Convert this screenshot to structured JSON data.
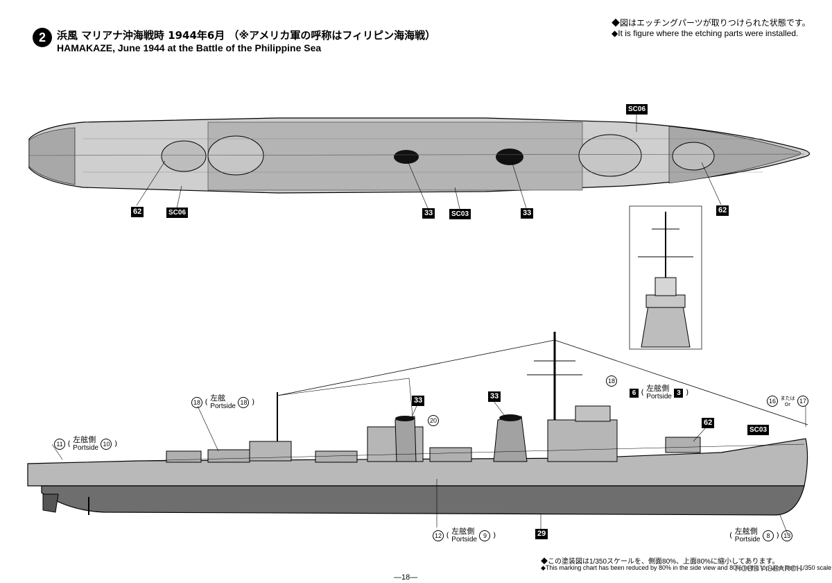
{
  "header": {
    "step_number": "2",
    "title_jp": "浜風 マリアナ沖海戦時 1944年6月 （※アメリカ軍の呼称はフィリピン海海戦）",
    "title_en": "HAMAKAZE, June 1944 at the Battle of the Philippine Sea"
  },
  "notes": {
    "jp": "◆図はエッチングパーツが取りつけられた状態です。",
    "en": "◆It is figure where the etching parts were installed."
  },
  "top_view": {
    "labels": {
      "sc06_top": "SC06",
      "sc06_bottom": "SC06",
      "sc03": "SC03",
      "part62_left": "62",
      "part62_right": "62",
      "part33_left": "33",
      "part33_right": "33"
    }
  },
  "side_view": {
    "labels": {
      "part33_a": "33",
      "part33_b": "33",
      "part62": "62",
      "sc03": "SC03",
      "part29": "29"
    },
    "callouts": {
      "c18_left_num": "18",
      "c18_left_label": "左舷",
      "c18_left_side": "Portside",
      "c18_left_num2": "18",
      "c11_num": "11",
      "c11_label": "左舷側",
      "c11_side": "Portside",
      "c11_num2": "10",
      "c18_right_num": "18",
      "c20_num": "20",
      "c6_num": "6",
      "c6_label": "左舷側",
      "c6_side": "Portside",
      "c6_num2": "3",
      "c16_num": "16",
      "c16_or_jp": "または",
      "c16_or_en": "Or",
      "c17_num": "17",
      "c12_num": "12",
      "c12_label": "左舷側",
      "c12_side": "Portside",
      "c12_num2": "9",
      "c8_label": "左舷側",
      "c8_side": "Portside",
      "c8_num": "8",
      "c13_num": "13"
    }
  },
  "footer": {
    "jp": "◆この塗装図は1/350スケールを、側面80%、上面80%に縮小してあります。",
    "en": "◆This marking chart has been reduced by 80% in the side view and 80% in the top view from 1/350 scale.",
    "page": "―18―",
    "watermark": "HOBBY SEARCH"
  },
  "colors": {
    "hull_gray": "#b9b9b9",
    "deck_gray": "#cfcfcf",
    "waterline_dark": "#6e6e6e",
    "lino": "#a8a8a8"
  }
}
